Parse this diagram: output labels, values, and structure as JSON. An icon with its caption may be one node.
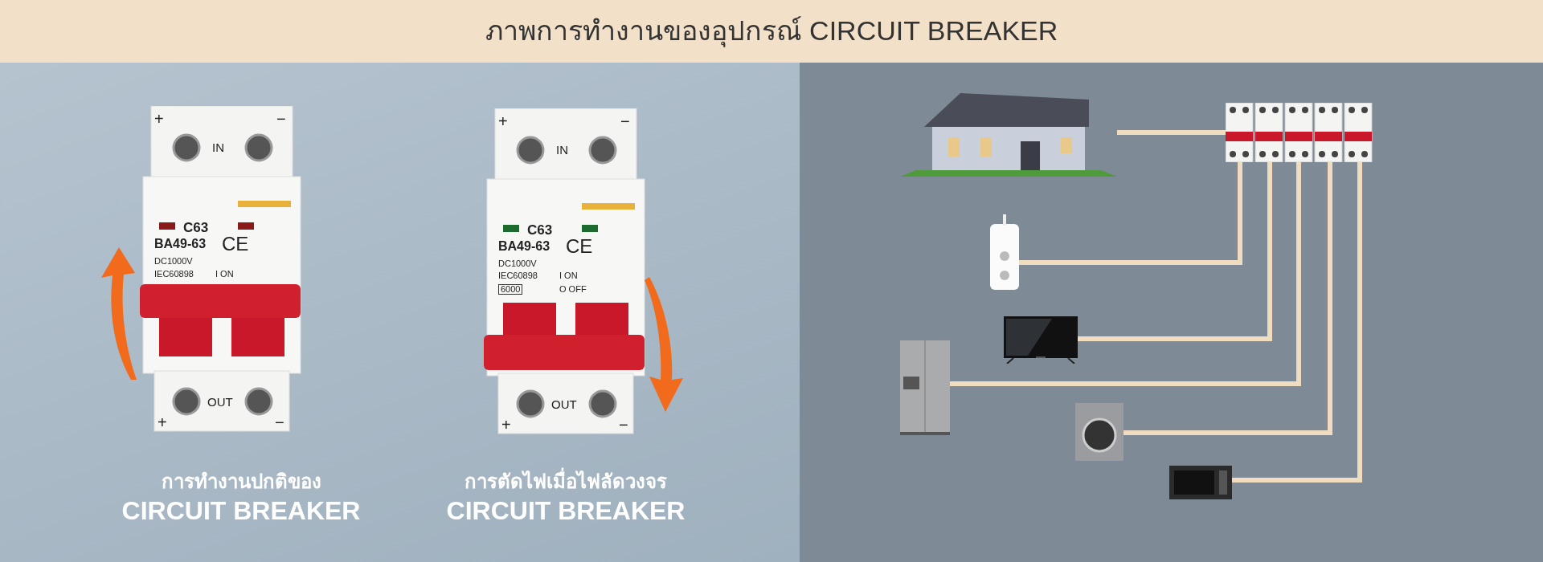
{
  "diagram": {
    "title": "ภาพการทำงานของอุปกรณ์ CIRCUIT BREAKER",
    "nodes": [
      {
        "text": [],
        "shape": "picture"
      },
      {
        "text": [],
        "shape": "picture"
      },
      {
        "text": [],
        "shape": "picture"
      },
      {
        "text": [],
        "shape": "picture"
      },
      {
        "text": [],
        "shape": "picture"
      },
      {
        "text": [],
        "shape": "picture"
      },
      {
        "text": [],
        "shape": "picture"
      }
    ],
    "edges": [
      {
        "from": 0,
        "to": 1,
        "arrow": "none"
      },
      {
        "from": 1,
        "to": 2,
        "arrow": "none"
      },
      {
        "from": 1,
        "to": 3,
        "arrow": "none"
      },
      {
        "from": 1,
        "to": 4,
        "arrow": "none"
      },
      {
        "from": 1,
        "to": 5,
        "arrow": "none"
      },
      {
        "from": 1,
        "to": 6,
        "arrow": "none"
      }
    ],
    "labels": [
      "+",
      "−",
      "IN",
      "C63",
      "BA49-63",
      "CE",
      "DC1000V",
      "IEC60898",
      "I ON",
      "OUT",
      "+",
      "−",
      "+",
      "−",
      "IN",
      "C63",
      "BA49-63",
      "CE",
      "DC1000V",
      "IEC60898",
      "I ON",
      "O OFF",
      "6000",
      "OUT",
      "+",
      "−",
      "การทำงานปกติของ",
      "CIRCUIT BREAKER",
      "การตัดไฟเมื่อไฟลัดวงจร",
      "CIRCUIT BREAKER"
    ]
  }
}
